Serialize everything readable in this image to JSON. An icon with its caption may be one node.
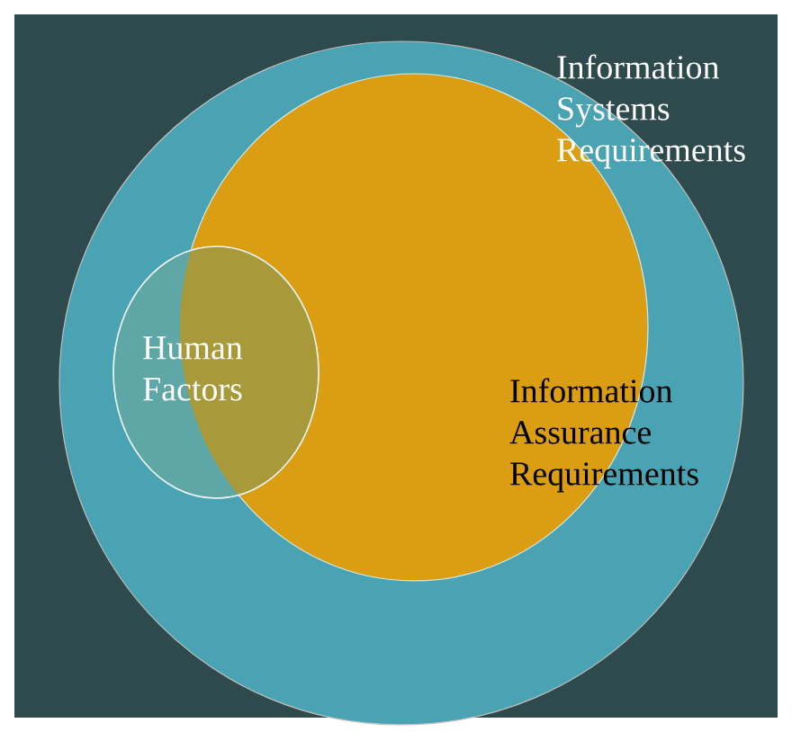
{
  "diagram": {
    "nodes": [
      {
        "text": [
          "Information Systems Requirements"
        ]
      },
      {
        "text": [
          "Information Assurance Requirements"
        ],
        "in": 0
      },
      {
        "text": [
          "Human Factors"
        ],
        "in": 0
      }
    ]
  }
}
